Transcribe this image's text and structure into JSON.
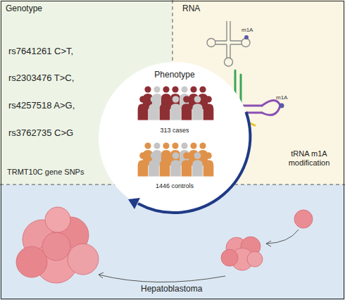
{
  "diagram": {
    "nodes": [
      {
        "text": [
          "Genotype",
          "rs7641261 C>T,",
          "rs2303476 T>C,",
          "rs4257518 A>G,",
          "rs3762735 C>G",
          "TRMT10C gene SNPs"
        ]
      },
      {
        "text": [
          "RNA",
          "tRNA m1A modification"
        ]
      },
      {
        "text": [
          "Hepatoblastoma"
        ]
      },
      {
        "text": [
          "Phenotype",
          "313 cases",
          "1446 controls"
        ]
      }
    ],
    "labels": [
      "m1A",
      "m1A"
    ]
  }
}
